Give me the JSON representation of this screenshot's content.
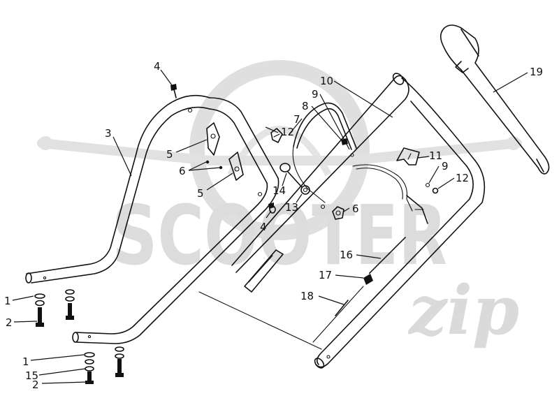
{
  "watermark": {
    "brand": "SCOOTER",
    "script": "zip"
  },
  "callouts": [
    {
      "id": "c1a",
      "label": "1"
    },
    {
      "id": "c2a",
      "label": "2"
    },
    {
      "id": "c3",
      "label": "3"
    },
    {
      "id": "c4a",
      "label": "4"
    },
    {
      "id": "c5a",
      "label": "5"
    },
    {
      "id": "c6a",
      "label": "6"
    },
    {
      "id": "c5b",
      "label": "5"
    },
    {
      "id": "c4b",
      "label": "4"
    },
    {
      "id": "c1b",
      "label": "1"
    },
    {
      "id": "c15",
      "label": "15"
    },
    {
      "id": "c2b",
      "label": "2"
    },
    {
      "id": "c12a",
      "label": "12"
    },
    {
      "id": "c7",
      "label": "7"
    },
    {
      "id": "c8",
      "label": "8"
    },
    {
      "id": "c9a",
      "label": "9"
    },
    {
      "id": "c10",
      "label": "10"
    },
    {
      "id": "c14",
      "label": "14"
    },
    {
      "id": "c13",
      "label": "13"
    },
    {
      "id": "c6b",
      "label": "6"
    },
    {
      "id": "c11",
      "label": "11"
    },
    {
      "id": "c9b",
      "label": "9"
    },
    {
      "id": "c12b",
      "label": "12"
    },
    {
      "id": "c16",
      "label": "16"
    },
    {
      "id": "c17",
      "label": "17"
    },
    {
      "id": "c18",
      "label": "18"
    },
    {
      "id": "c19",
      "label": "19"
    }
  ],
  "colors": {
    "ink": "#111111",
    "watermark": "#d9d9d9",
    "background": "#ffffff"
  }
}
